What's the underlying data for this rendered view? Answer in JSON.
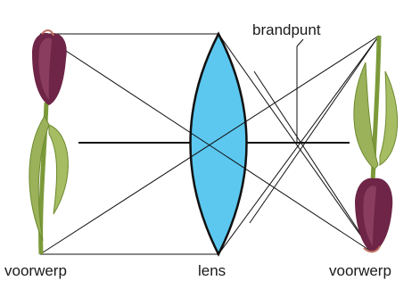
{
  "labels": {
    "object": "voorwerp",
    "lens": "lens",
    "image": "voorwerp",
    "focal_point": "brandpunt"
  },
  "colors": {
    "lens_fill": "#5cc8f0",
    "ray": "#111111",
    "petal_dark": "#5a1d3a",
    "petal_mid": "#8a3d5e",
    "stem": "#7c9a3a",
    "leaf": "#9bb25a"
  }
}
